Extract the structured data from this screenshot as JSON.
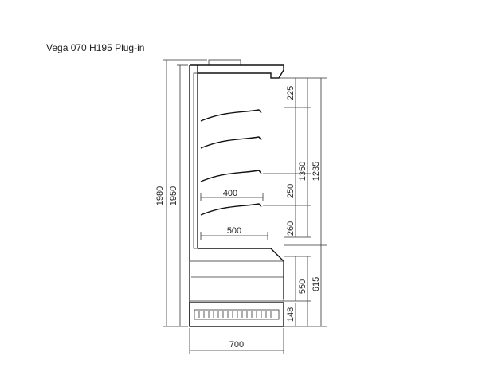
{
  "title": "Vega 070 H195 Plug-in",
  "dimensions": {
    "overall_height": "1980",
    "body_height": "1950",
    "width": "700",
    "shelf_depth_upper": "400",
    "shelf_depth_lower": "500",
    "top_offset": "225",
    "display_height": "1350",
    "display_height_inner": "1235",
    "shelf_gap_upper": "250",
    "shelf_gap_lower": "260",
    "base_height": "550",
    "base_height_outer": "615",
    "plinth_height": "148"
  }
}
